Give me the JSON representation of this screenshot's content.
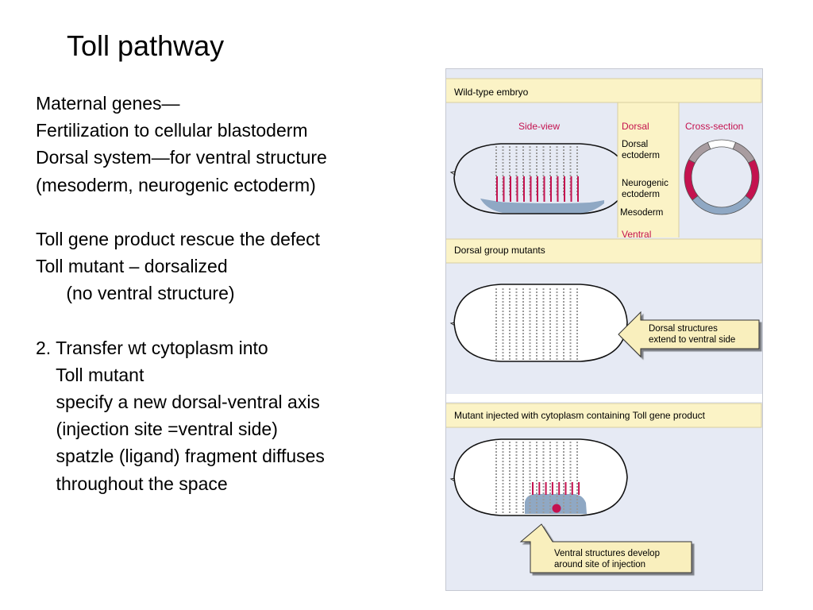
{
  "slide": {
    "title": "Toll pathway",
    "lines": [
      "Maternal genes—",
      "Fertilization to cellular blastoderm",
      "Dorsal system—for ventral structure",
      "(mesoderm, neurogenic ectoderm)",
      "",
      "Toll gene product rescue the defect",
      "Toll mutant – dorsalized",
      "      (no ventral structure)",
      "",
      "2. Transfer wt cytoplasm into",
      "    Toll mutant",
      "    specify a new dorsal-ventral axis",
      "    (injection site =ventral side)",
      "    spatzle (ligand) fragment diffuses",
      "    throughout the space"
    ]
  },
  "figure": {
    "panel1": {
      "header": "Wild-type embryo",
      "side_view": "Side-view",
      "cross_section": "Cross-section",
      "legend": {
        "dorsal": "Dorsal",
        "dorsal_ectoderm_1": "Dorsal",
        "dorsal_ectoderm_2": "ectoderm",
        "neurogenic_1": "Neurogenic",
        "neurogenic_2": "ectoderm",
        "mesoderm": "Mesoderm",
        "ventral": "Ventral"
      }
    },
    "panel2": {
      "header": "Dorsal group mutants",
      "callout_1": "Dorsal structures",
      "callout_2": "extend to ventral side"
    },
    "panel3": {
      "header": "Mutant injected with cytoplasm containing Toll gene product",
      "callout_1": "Ventral structures develop",
      "callout_2": "around site of injection"
    },
    "colors": {
      "panel_bg": "#e6eaf4",
      "header_bg": "#fbf3c6",
      "mesoderm_blue": "#8fa8c4",
      "neurogenic_red": "#c4124f",
      "dorsal_gray": "#a89ca0",
      "dot_gray": "#9a9a9a",
      "arrow_fill": "#f9efbd"
    }
  }
}
